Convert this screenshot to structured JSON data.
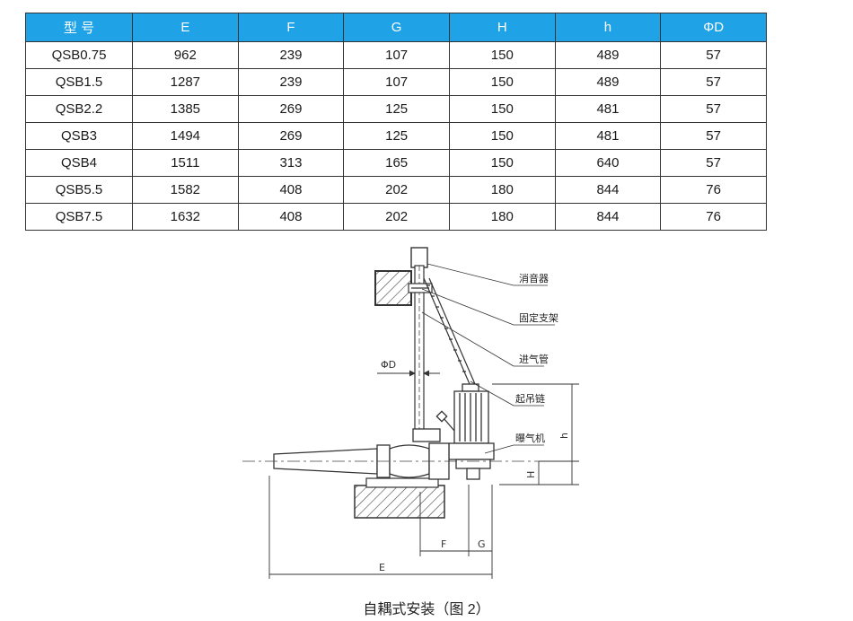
{
  "table": {
    "headers": [
      "型 号",
      "E",
      "F",
      "G",
      "H",
      "h",
      "ΦD"
    ],
    "rows": [
      [
        "QSB0.75",
        "962",
        "239",
        "107",
        "150",
        "489",
        "57"
      ],
      [
        "QSB1.5",
        "1287",
        "239",
        "107",
        "150",
        "489",
        "57"
      ],
      [
        "QSB2.2",
        "1385",
        "269",
        "125",
        "150",
        "481",
        "57"
      ],
      [
        "QSB3",
        "1494",
        "269",
        "125",
        "150",
        "481",
        "57"
      ],
      [
        "QSB4",
        "1511",
        "313",
        "165",
        "150",
        "640",
        "57"
      ],
      [
        "QSB5.5",
        "1582",
        "408",
        "202",
        "180",
        "844",
        "76"
      ],
      [
        "QSB7.5",
        "1632",
        "408",
        "202",
        "180",
        "844",
        "76"
      ]
    ],
    "header_color": "#1fa3e6"
  },
  "diagram": {
    "labels": {
      "muffler": "消音器",
      "bracket": "固定支架",
      "air_pipe": "进气管",
      "chain": "起吊链",
      "aerator": "曝气机"
    },
    "dims": {
      "phiD": "ΦD",
      "h": "h",
      "H": "H",
      "F": "F",
      "G": "G",
      "E": "E"
    },
    "caption": "自耦式安装（图 2）"
  }
}
